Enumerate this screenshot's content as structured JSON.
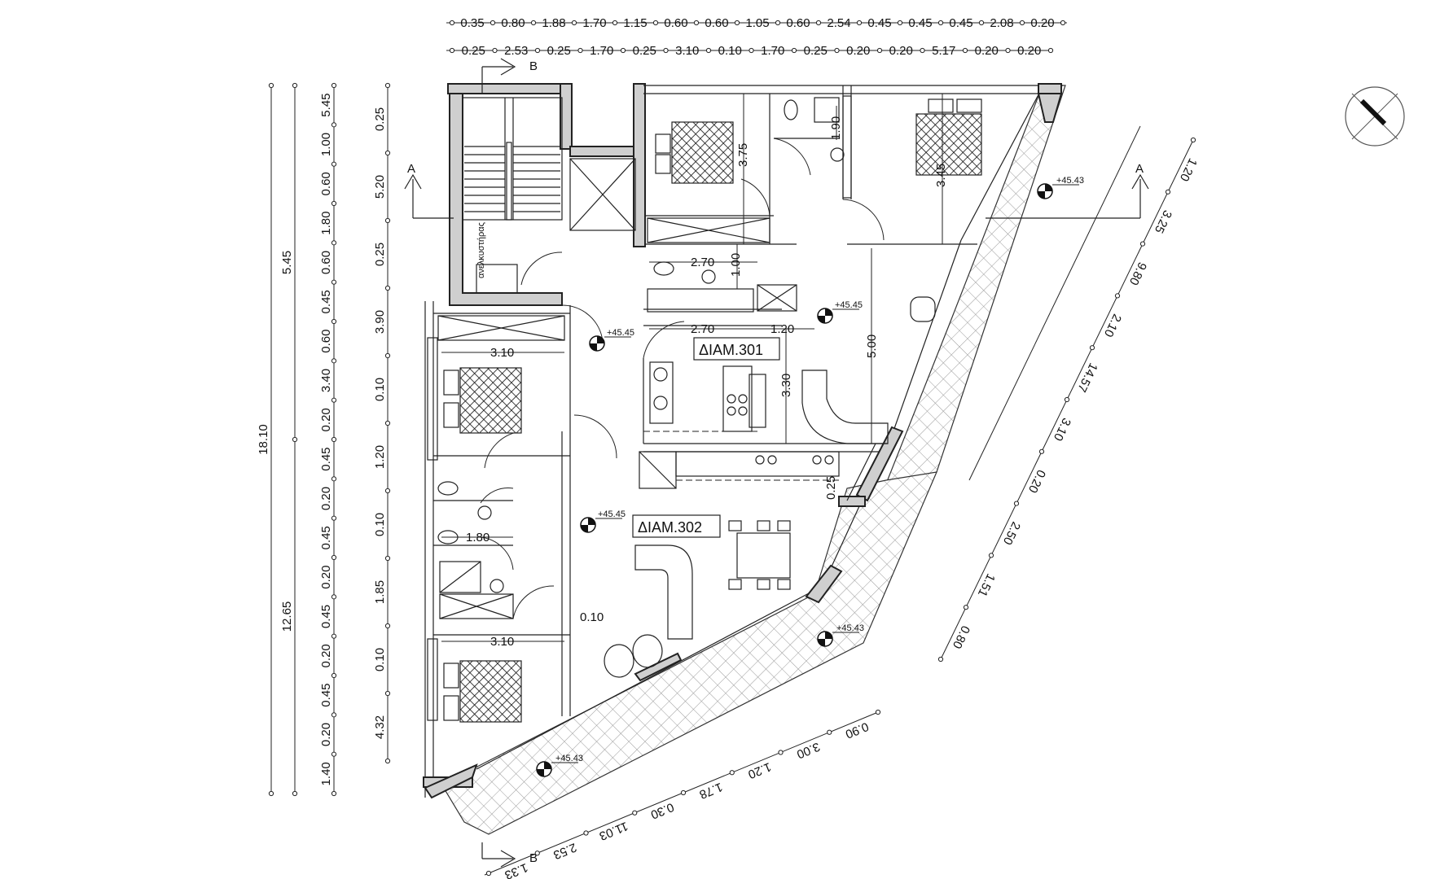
{
  "apartments": [
    {
      "id": "apt-301",
      "label": "ΔΙΑΜ.301"
    },
    {
      "id": "apt-302",
      "label": "ΔΙΑΜ.302"
    }
  ],
  "levels": {
    "interior_301": "+45.45",
    "interior_hall": "+45.45",
    "interior_302": "+45.45",
    "terrace_ne": "+45.43",
    "terrace_e": "+45.43",
    "terrace_s": "+45.43"
  },
  "section_markers": {
    "a_left": "A",
    "a_right": "A",
    "b_top": "B",
    "b_bottom": "B"
  },
  "dims_top_row1": [
    "0.35",
    "0.80",
    "1.88",
    "1.70",
    "1.15",
    "0.60",
    "0.60",
    "1.05",
    "0.60",
    "2.54",
    "0.45",
    "0.45",
    "0.45",
    "2.08",
    "0.20"
  ],
  "dims_top_row2": [
    "0.25",
    "2.53",
    "0.25",
    "1.70",
    "0.25",
    "3.10",
    "0.10",
    "1.70",
    "0.25",
    "0.20",
    "0.20",
    "5.17",
    "0.20",
    "0.20"
  ],
  "dims_left_col1": [
    "18.10"
  ],
  "dims_left_col2": [
    "5.45",
    "12.65"
  ],
  "dims_left_col3": [
    "5.45",
    "1.00",
    "0.60",
    "1.80",
    "0.60",
    "0.45",
    "0.60",
    "3.40",
    "0.20",
    "0.45",
    "0.20",
    "0.45",
    "0.20",
    "0.45",
    "0.20",
    "0.45",
    "0.20",
    "1.40"
  ],
  "dims_left_col4": [
    "0.25",
    "5.20",
    "0.25",
    "3.90",
    "0.10",
    "1.20",
    "0.10",
    "1.85",
    "0.10",
    "4.32"
  ],
  "dims_interior": {
    "bed1_depth": "3.75",
    "wc_depth": "1.90",
    "bed2_depth": "3.45",
    "bath_width": "2.70",
    "bath_depth": "1.00",
    "kitchen_width": "2.70",
    "kitchen_ext": "1.20",
    "kitchen_depth": "3.30",
    "living_depth": "5.00",
    "bed3_width": "3.10",
    "bed4_width": "3.10",
    "bath2_width": "1.80",
    "wall_thk": "0.10",
    "wall_thk2": "0.25"
  },
  "dims_right_diag": [
    "1.20",
    "3.25",
    "9.80",
    "2.10",
    "14.57",
    "3.10",
    "0.20",
    "2.50",
    "1.51",
    "0.80"
  ],
  "dims_bottom_diag": [
    "0.90",
    "3.00",
    "1.20",
    "1.78",
    "0.30",
    "11.03",
    "2.53",
    "1.33"
  ],
  "stair_note": "ανελκυστήρας"
}
